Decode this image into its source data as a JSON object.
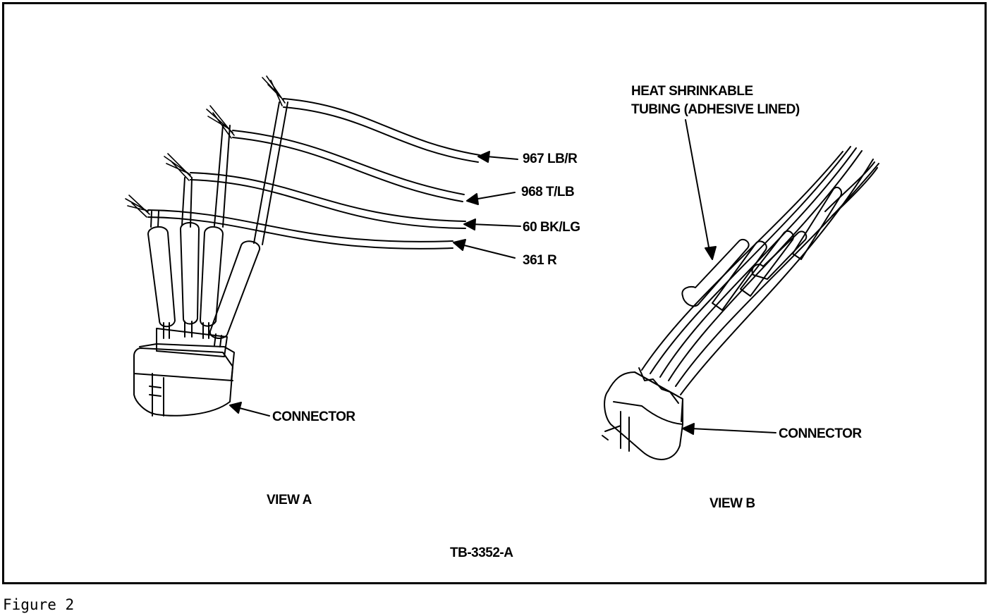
{
  "view_a": {
    "title": "VIEW A",
    "wire_labels": [
      "967 LB/R",
      "968 T/LB",
      "60 BK/LG",
      "361 R"
    ],
    "connector_label": "CONNECTOR"
  },
  "view_b": {
    "title": "VIEW B",
    "tubing_label_line1": "HEAT SHRINKABLE",
    "tubing_label_line2": "TUBING (ADHESIVE LINED)",
    "connector_label": "CONNECTOR"
  },
  "drawing_number": "TB-3352-A",
  "figure_caption": "Figure 2"
}
